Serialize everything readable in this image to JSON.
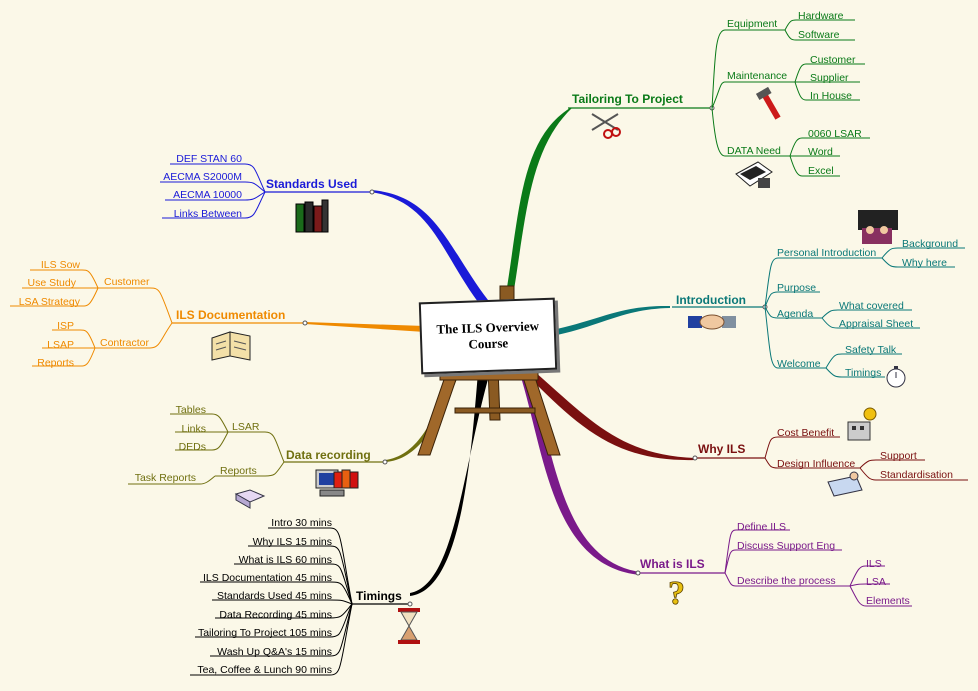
{
  "center": {
    "title": "The ILS Overview Course"
  },
  "branches": {
    "tailoring": {
      "label": "Tailoring To Project",
      "color": "#0a7a18",
      "equipment": {
        "label": "Equipment",
        "items": [
          "Hardware",
          "Software"
        ]
      },
      "maintenance": {
        "label": "Maintenance",
        "items": [
          "Customer",
          "Supplier",
          "In House"
        ]
      },
      "data_need": {
        "label": "DATA Need",
        "items": [
          "0060 LSAR",
          "Word",
          "Excel"
        ]
      }
    },
    "standards": {
      "label": "Standards Used",
      "color": "#1a1ad8",
      "items": [
        "DEF STAN 60",
        "AECMA S2000M",
        "AECMA 10000",
        "Links Between"
      ]
    },
    "documentation": {
      "label": "ILS Documentation",
      "color": "#ef8a00",
      "customer": {
        "label": "Customer",
        "items": [
          "ILS Sow",
          "Use Study",
          "LSA Strategy"
        ]
      },
      "contractor": {
        "label": "Contractor",
        "items": [
          "ISP",
          "LSAP",
          "Reports"
        ]
      }
    },
    "data_recording": {
      "label": "Data recording",
      "color": "#707010",
      "lsar": {
        "label": "LSAR",
        "items": [
          "Tables",
          "Links",
          "DEDs"
        ]
      },
      "reports": {
        "label": "Reports",
        "items": [
          "Task Reports"
        ]
      }
    },
    "timings": {
      "label": "Timings",
      "color": "#000000",
      "items": [
        "Intro 30 mins",
        "Why ILS 15 mins",
        "What is ILS 60 mins",
        "ILS Documentation 45 mins",
        "Standards Used 45 mins",
        "Data Recording 45 mins",
        "Tailoring To Project 105 mins",
        "Wash Up Q&A's 15 mins",
        "Tea, Coffee & Lunch 90 mins"
      ]
    },
    "introduction": {
      "label": "Introduction",
      "color": "#0a7878",
      "personal": {
        "label": "Personal Introduction",
        "items": [
          "Background",
          "Why here"
        ]
      },
      "purpose": {
        "label": "Purpose"
      },
      "agenda": {
        "label": "Agenda",
        "items": [
          "What covered",
          "Appraisal Sheet"
        ]
      },
      "welcome": {
        "label": "Welcome",
        "items": [
          "Safety Talk",
          "Timings"
        ]
      }
    },
    "why_ils": {
      "label": "Why ILS",
      "color": "#7a1010",
      "cost_benefit": {
        "label": "Cost Benefit"
      },
      "design_influence": {
        "label": "Design Influence",
        "items": [
          "Support",
          "Standardisation"
        ]
      }
    },
    "what_is_ils": {
      "label": "What is ILS",
      "color": "#7a1a8a",
      "define": {
        "label": "Define ILS"
      },
      "discuss": {
        "label": "Discuss Support Eng"
      },
      "describe": {
        "label": "Describe the process",
        "items": [
          "ILS",
          "LSA",
          "Elements"
        ]
      }
    }
  }
}
